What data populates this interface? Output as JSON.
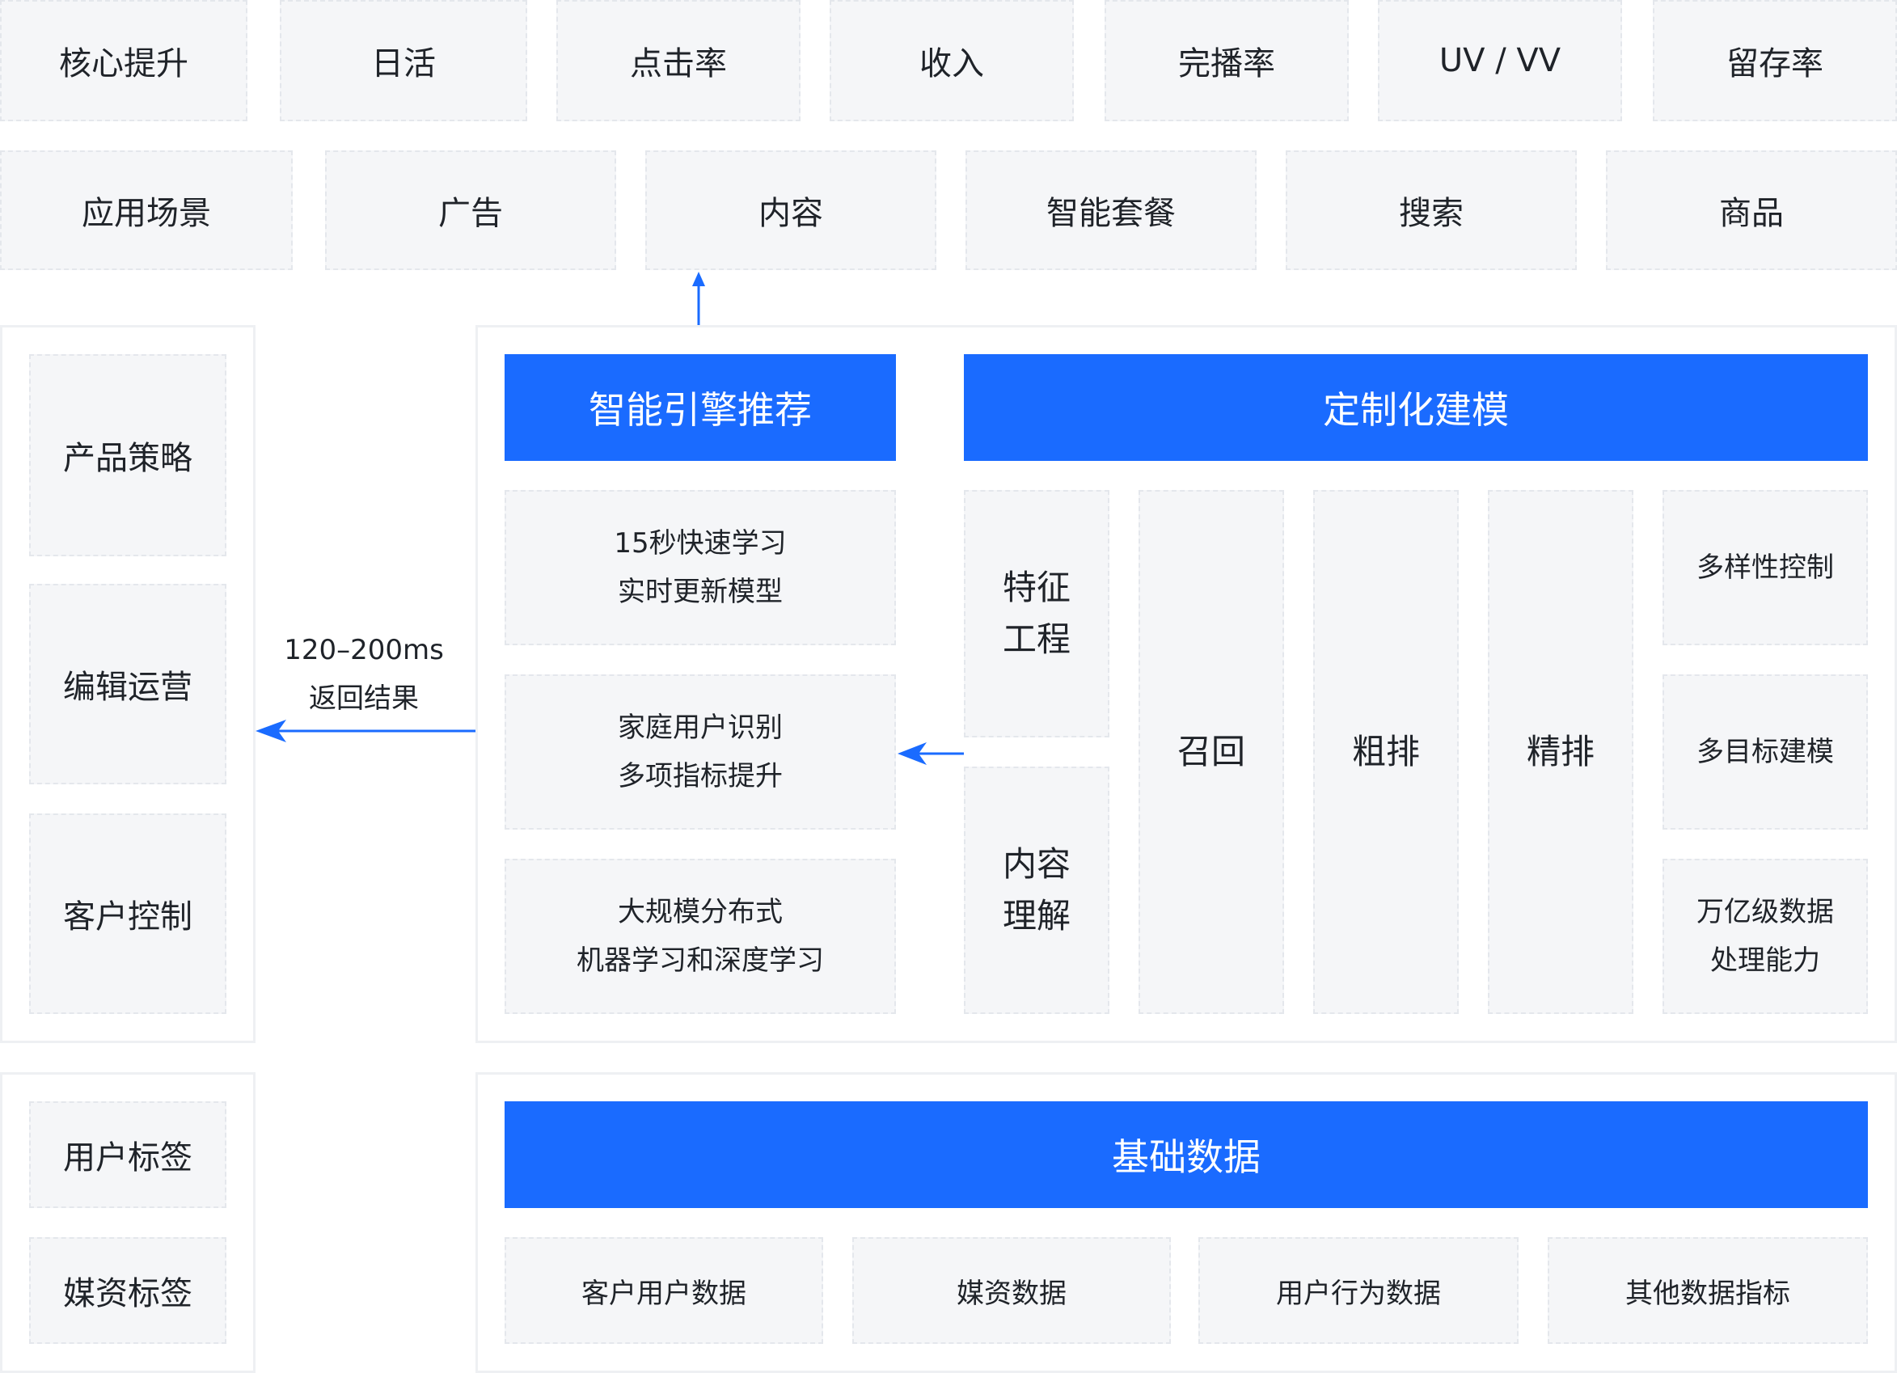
{
  "metrics": [
    "核心提升",
    "日活",
    "点击率",
    "收入",
    "完播率",
    "UV / VV",
    "留存率"
  ],
  "scenarios": [
    "应用场景",
    "广告",
    "内容",
    "智能套餐",
    "搜索",
    "商品"
  ],
  "business": [
    "产品策略",
    "编辑运营",
    "客户控制"
  ],
  "labels": [
    "用户标签",
    "媒资标签"
  ],
  "latency": {
    "line1": "120–200ms",
    "line2": "返回结果"
  },
  "engine": {
    "title": "智能引擎推荐",
    "features": [
      {
        "line1": "15秒快速学习",
        "line2": "实时更新模型"
      },
      {
        "line1": "家庭用户识别",
        "line2": "多项指标提升"
      },
      {
        "line1": "大规模分布式",
        "line2": "机器学习和深度学习"
      }
    ]
  },
  "modeling": {
    "title": "定制化建模",
    "feature_eng": {
      "line1": "特征",
      "line2": "工程"
    },
    "content_und": {
      "line1": "内容",
      "line2": "理解"
    },
    "stages": [
      "召回",
      "粗排",
      "精排"
    ],
    "capabilities": [
      {
        "line1": "多样性控制",
        "line2": ""
      },
      {
        "line1": "多目标建模",
        "line2": ""
      },
      {
        "line1": "万亿级数据",
        "line2": "处理能力"
      }
    ]
  },
  "base_data": {
    "title": "基础数据",
    "items": [
      "客户用户数据",
      "媒资数据",
      "用户行为数据",
      "其他数据指标"
    ]
  },
  "colors": {
    "accent": "#1a6bff",
    "tile": "#f5f6f8",
    "border": "#e4e7ec"
  }
}
